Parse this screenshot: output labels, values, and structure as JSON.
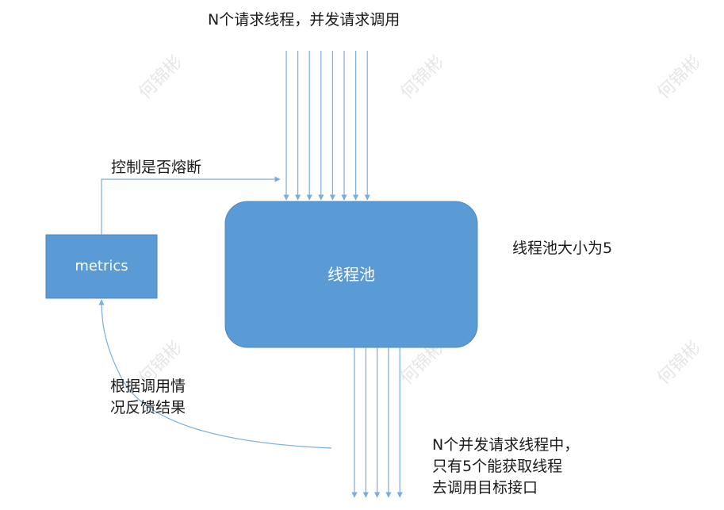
{
  "diagram": {
    "top_label": "N个请求线程，并发请求调用",
    "control_label": "控制是否熔断",
    "metrics_label": "metrics",
    "pool_label": "线程池",
    "pool_size_label": "线程池大小为5",
    "feedback_label": "根据调用情\n况反馈结果",
    "bottom_label": "N个并发请求线程中，\n只有5个能获取线程\n去调用目标接口",
    "watermark": "何锦彬",
    "incoming_arrow_count": 8,
    "outgoing_arrow_count": 5
  },
  "colors": {
    "box_fill": "#5b9bd5",
    "box_stroke": "#4f87bd",
    "arrow": "#7aaee0",
    "text": "#1a1a1a"
  }
}
